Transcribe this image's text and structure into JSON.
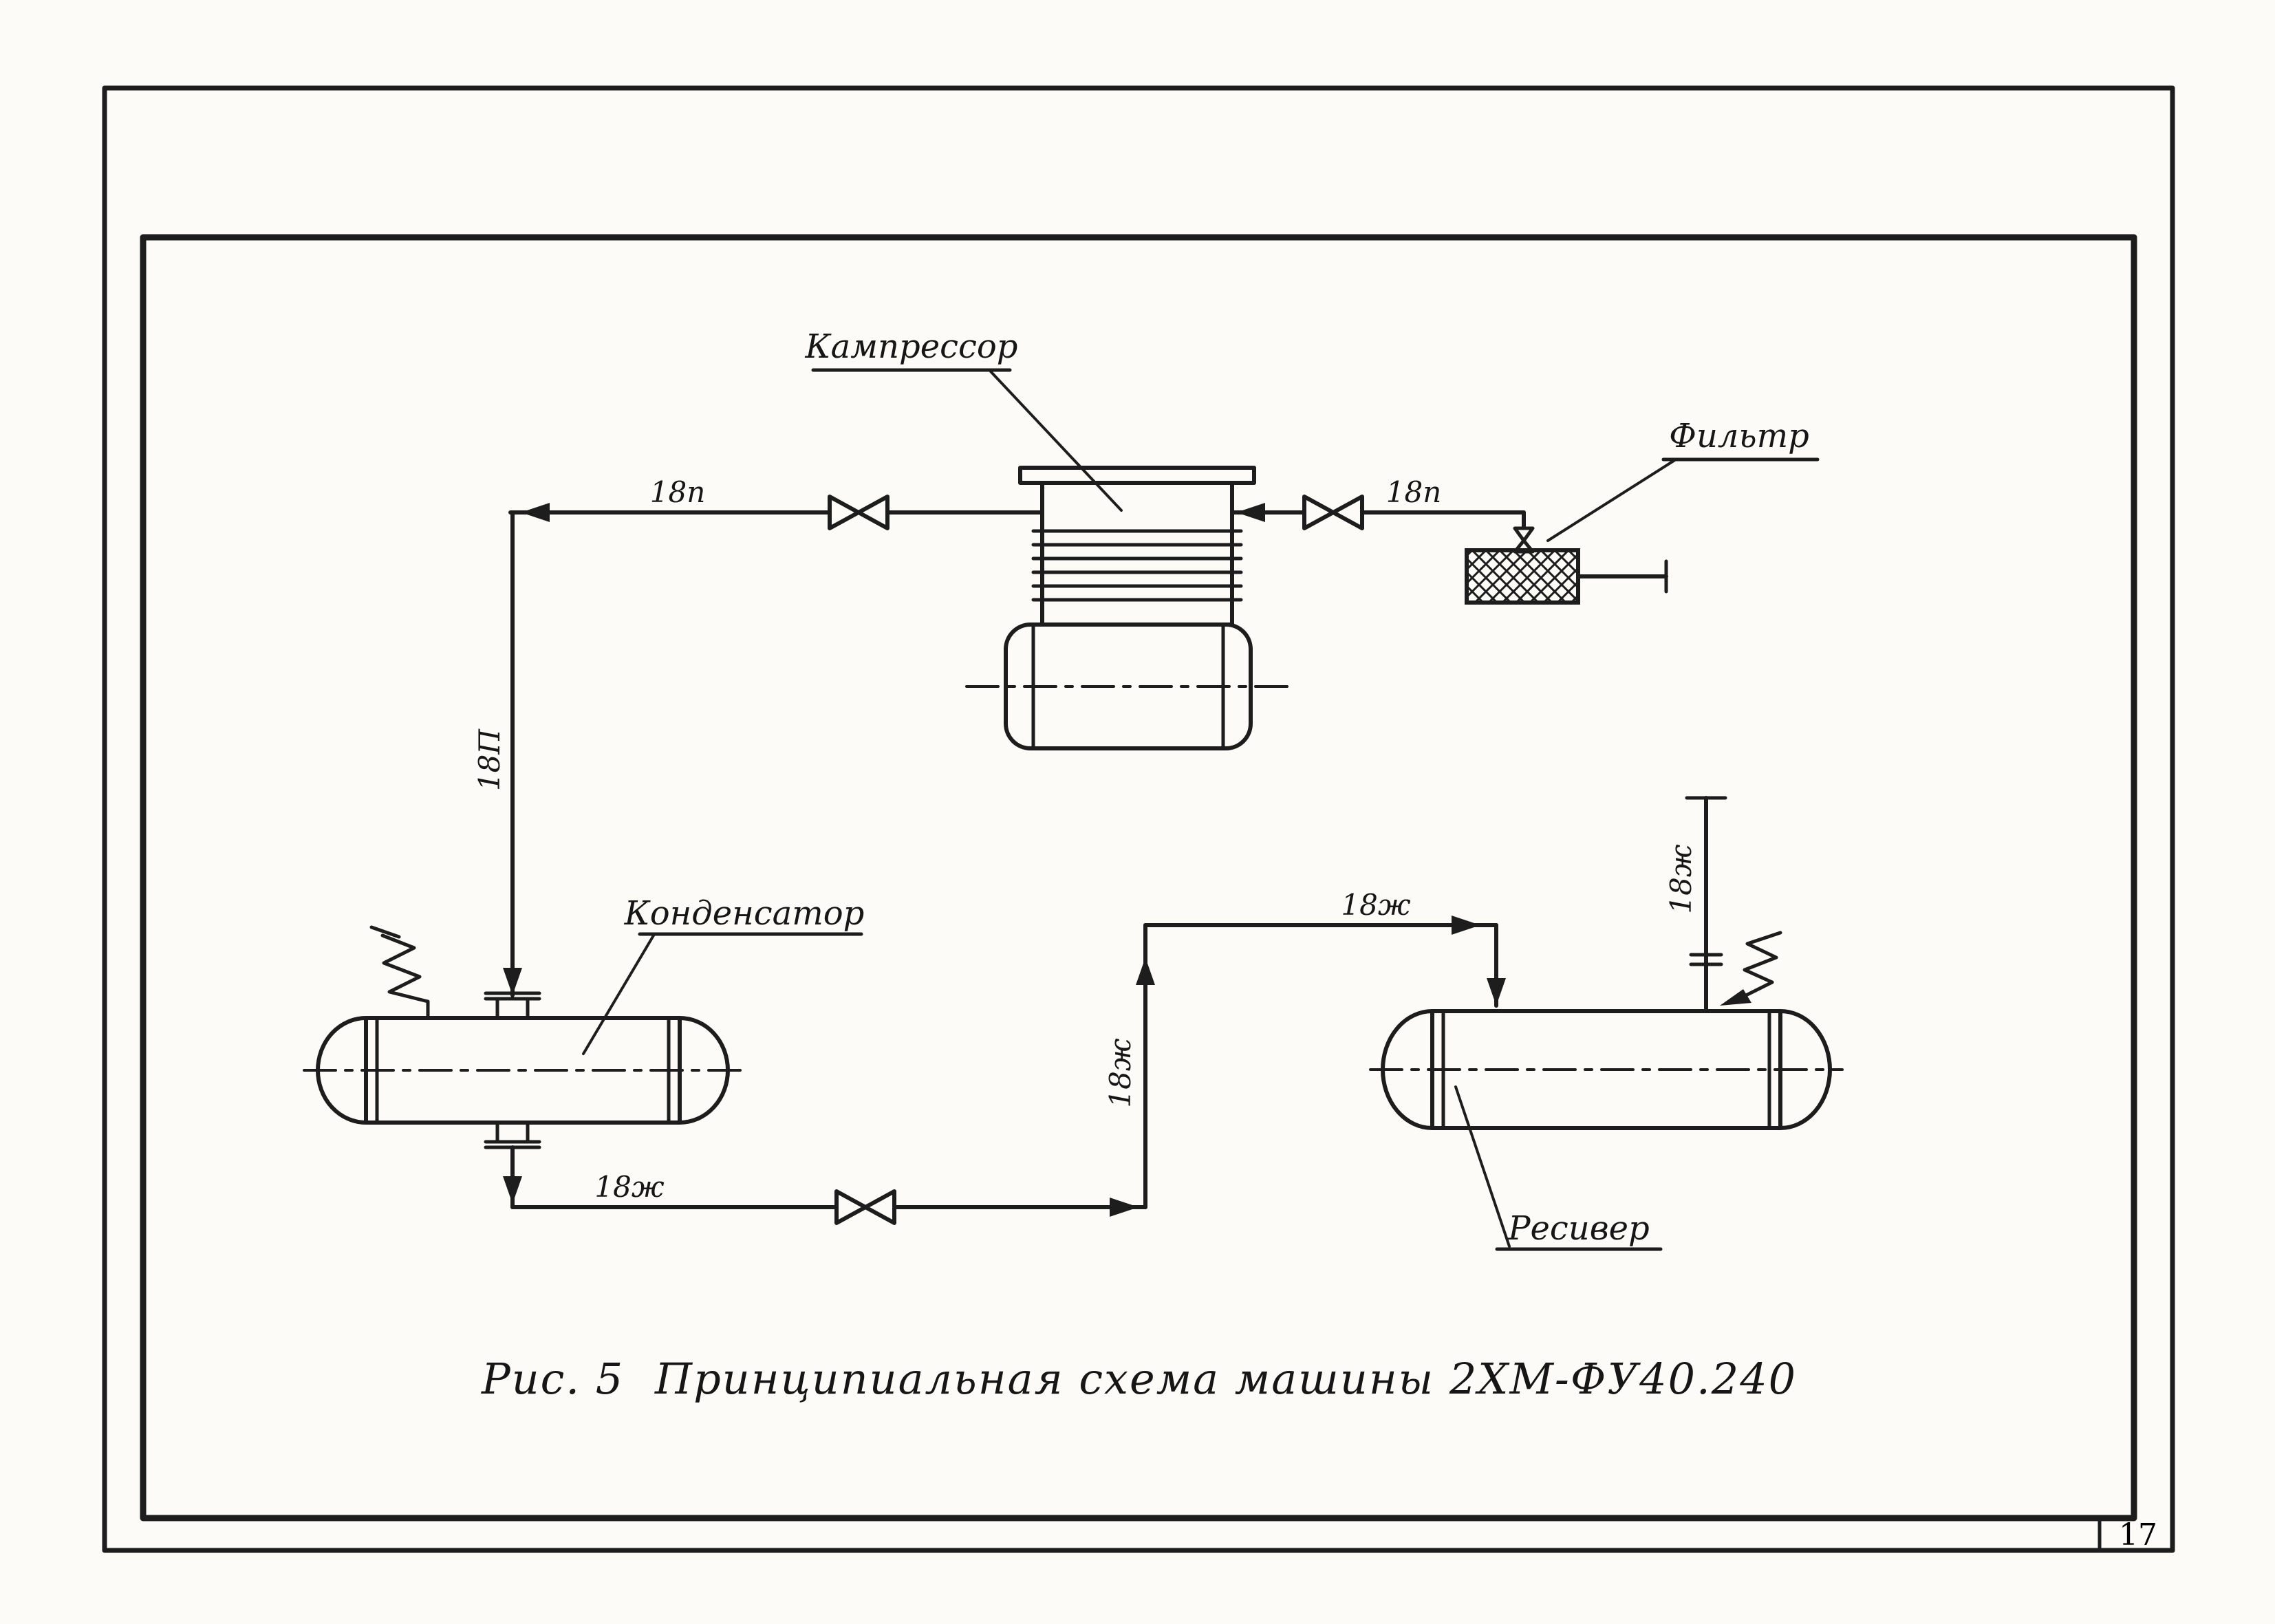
{
  "diagram": {
    "caption": {
      "figure": "Рис. 5",
      "title": "Принципиальная схема машины 2ХМ-ФУ40.240"
    },
    "page_number": "17",
    "components": {
      "compressor": {
        "label": "Кампрессор"
      },
      "filter": {
        "label": "Фильтр"
      },
      "condenser": {
        "label": "Конденсатор"
      },
      "receiver": {
        "label": "Ресивер"
      }
    },
    "pipes": {
      "discharge_h": "18п",
      "suction_h": "18п",
      "discharge_v": "18П",
      "liquid_out": "18ж",
      "liquid_riser": "18ж",
      "liquid_in": "18ж",
      "equalizer": "18ж"
    },
    "colors": {
      "ink": "#1d1d1d",
      "paper": "#fcfbf7"
    }
  }
}
